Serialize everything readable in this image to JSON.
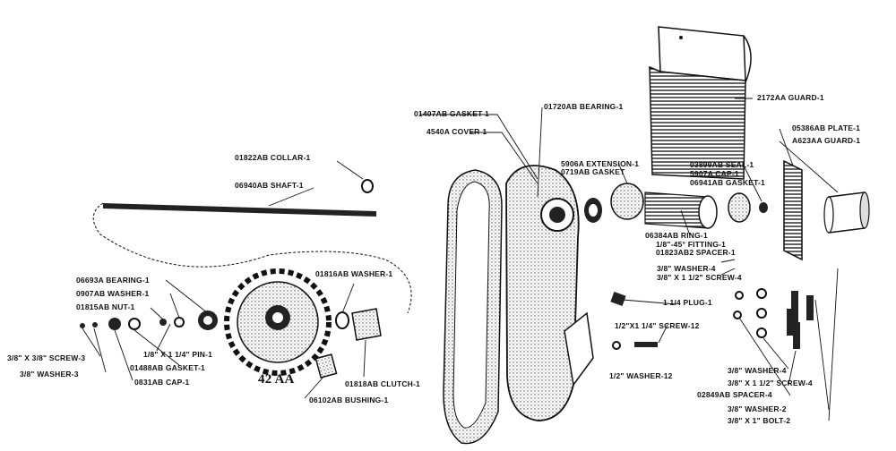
{
  "diagram": {
    "assembly_label": "42 AA",
    "labels": {
      "collar": "01822AB COLLAR-1",
      "shaft": "06940AB SHAFT-1",
      "gasket_cover": "01407AB GASKET-1",
      "cover": "4540A COVER-1",
      "bearing_top": "01720AB BEARING-1",
      "guard_top": "2172AA GUARD-1",
      "plate": "05386AB PLATE-1",
      "guard_right": "A623AA GUARD-1",
      "extension": "5906A EXTENSION-1",
      "gasket_0719": "0719AB GASKET",
      "seal": "03899AB SEAL-1",
      "cap_5907": "5907A CAP-1",
      "gasket_06941": "06941AB GASKET-1",
      "ring": "06384AB RING-1",
      "fitting": "1/8\"-45° FITTING-1",
      "spacer_01823": "01823AB2 SPACER-1",
      "washer_38_4": "3/8\" WASHER-4",
      "screw_38_112": "3/8\" X 1 1/2\" SCREW-4",
      "plug": "1 1/4 PLUG-1",
      "screw_12": "1/2\"X1 1/4\" SCREW-12",
      "washer_12": "1/2\" WASHER-12",
      "washer_r4": "3/8\" WASHER-4",
      "screw_r4": "3/8\" X 1 1/2\" SCREW-4",
      "spacer_02849": "02849AB SPACER-4",
      "washer_r2": "3/8\" WASHER-2",
      "bolt": "3/8\" X 1\" BOLT-2",
      "bearing_06693": "06693A BEARING-1",
      "washer_0907": "0907AB WASHER-1",
      "nut": "01815AB NUT-1",
      "screw_3": "3/8\" X 3/8\" SCREW-3",
      "washer_3": "3/8\" WASHER-3",
      "pin": "1/8\" X 1 1/4\" PIN-1",
      "gasket_01488": "01488AB GASKET-1",
      "cap_0831": "0831AB CAP-1",
      "washer_01816": "01816AB WASHER-1",
      "clutch": "01818AB CLUTCH-1",
      "bushing": "06102AB BUSHING-1"
    }
  }
}
